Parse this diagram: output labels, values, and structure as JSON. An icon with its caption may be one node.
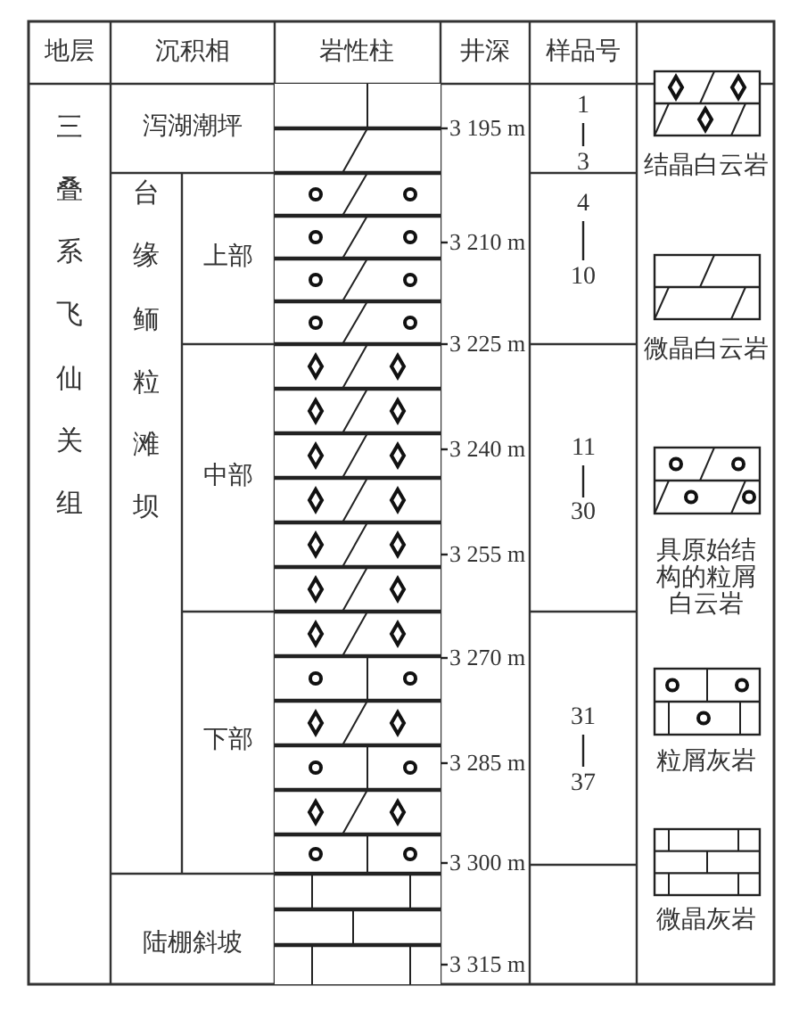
{
  "diagram": {
    "labels": [
      "地层",
      "沉积相",
      "岩性柱",
      "井深",
      "样品号",
      "三叠系飞仙关组",
      "泻湖潮坪",
      "台缘鲕粒滩坝",
      "上部",
      "中部",
      "下部",
      "陆棚斜坡",
      "3 195 m",
      "3 210 m",
      "3 225 m",
      "3 240 m",
      "3 255 m",
      "3 270 m",
      "3 285 m",
      "3 300 m",
      "3 315 m",
      "1",
      "3",
      "4",
      "10",
      "11",
      "30",
      "31",
      "37"
    ],
    "legend": [
      {
        "text": "结晶白云岩"
      },
      {
        "text": "微晶白云岩"
      },
      {
        "text": "具原始结构的粒屑白云岩"
      },
      {
        "text": "粒屑灰岩"
      },
      {
        "text": "微晶灰岩"
      }
    ]
  }
}
